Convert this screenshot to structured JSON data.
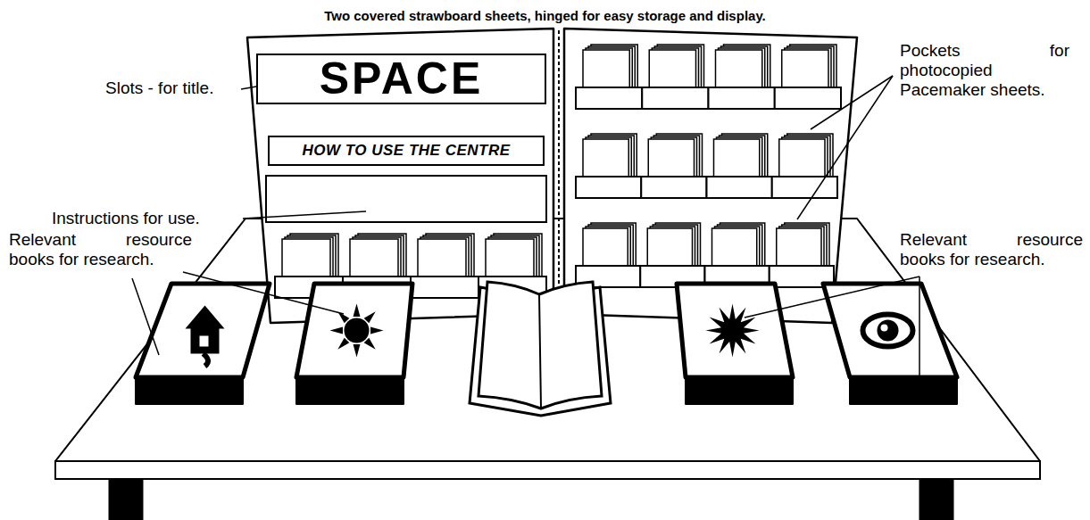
{
  "diagram": {
    "title": "Two covered strawboard sheets, hinged for easy storage and display.",
    "nodes": [
      {
        "text": [
          "SPACE"
        ]
      },
      {
        "text": [
          "HOW TO USE THE CENTRE"
        ]
      }
    ],
    "labels": [
      "Slots - for title.",
      "Instructions for use.",
      "Relevant resource books for research.",
      "Relevant resource books for research.",
      "Pockets for photocopied Pacemaker sheets."
    ]
  }
}
